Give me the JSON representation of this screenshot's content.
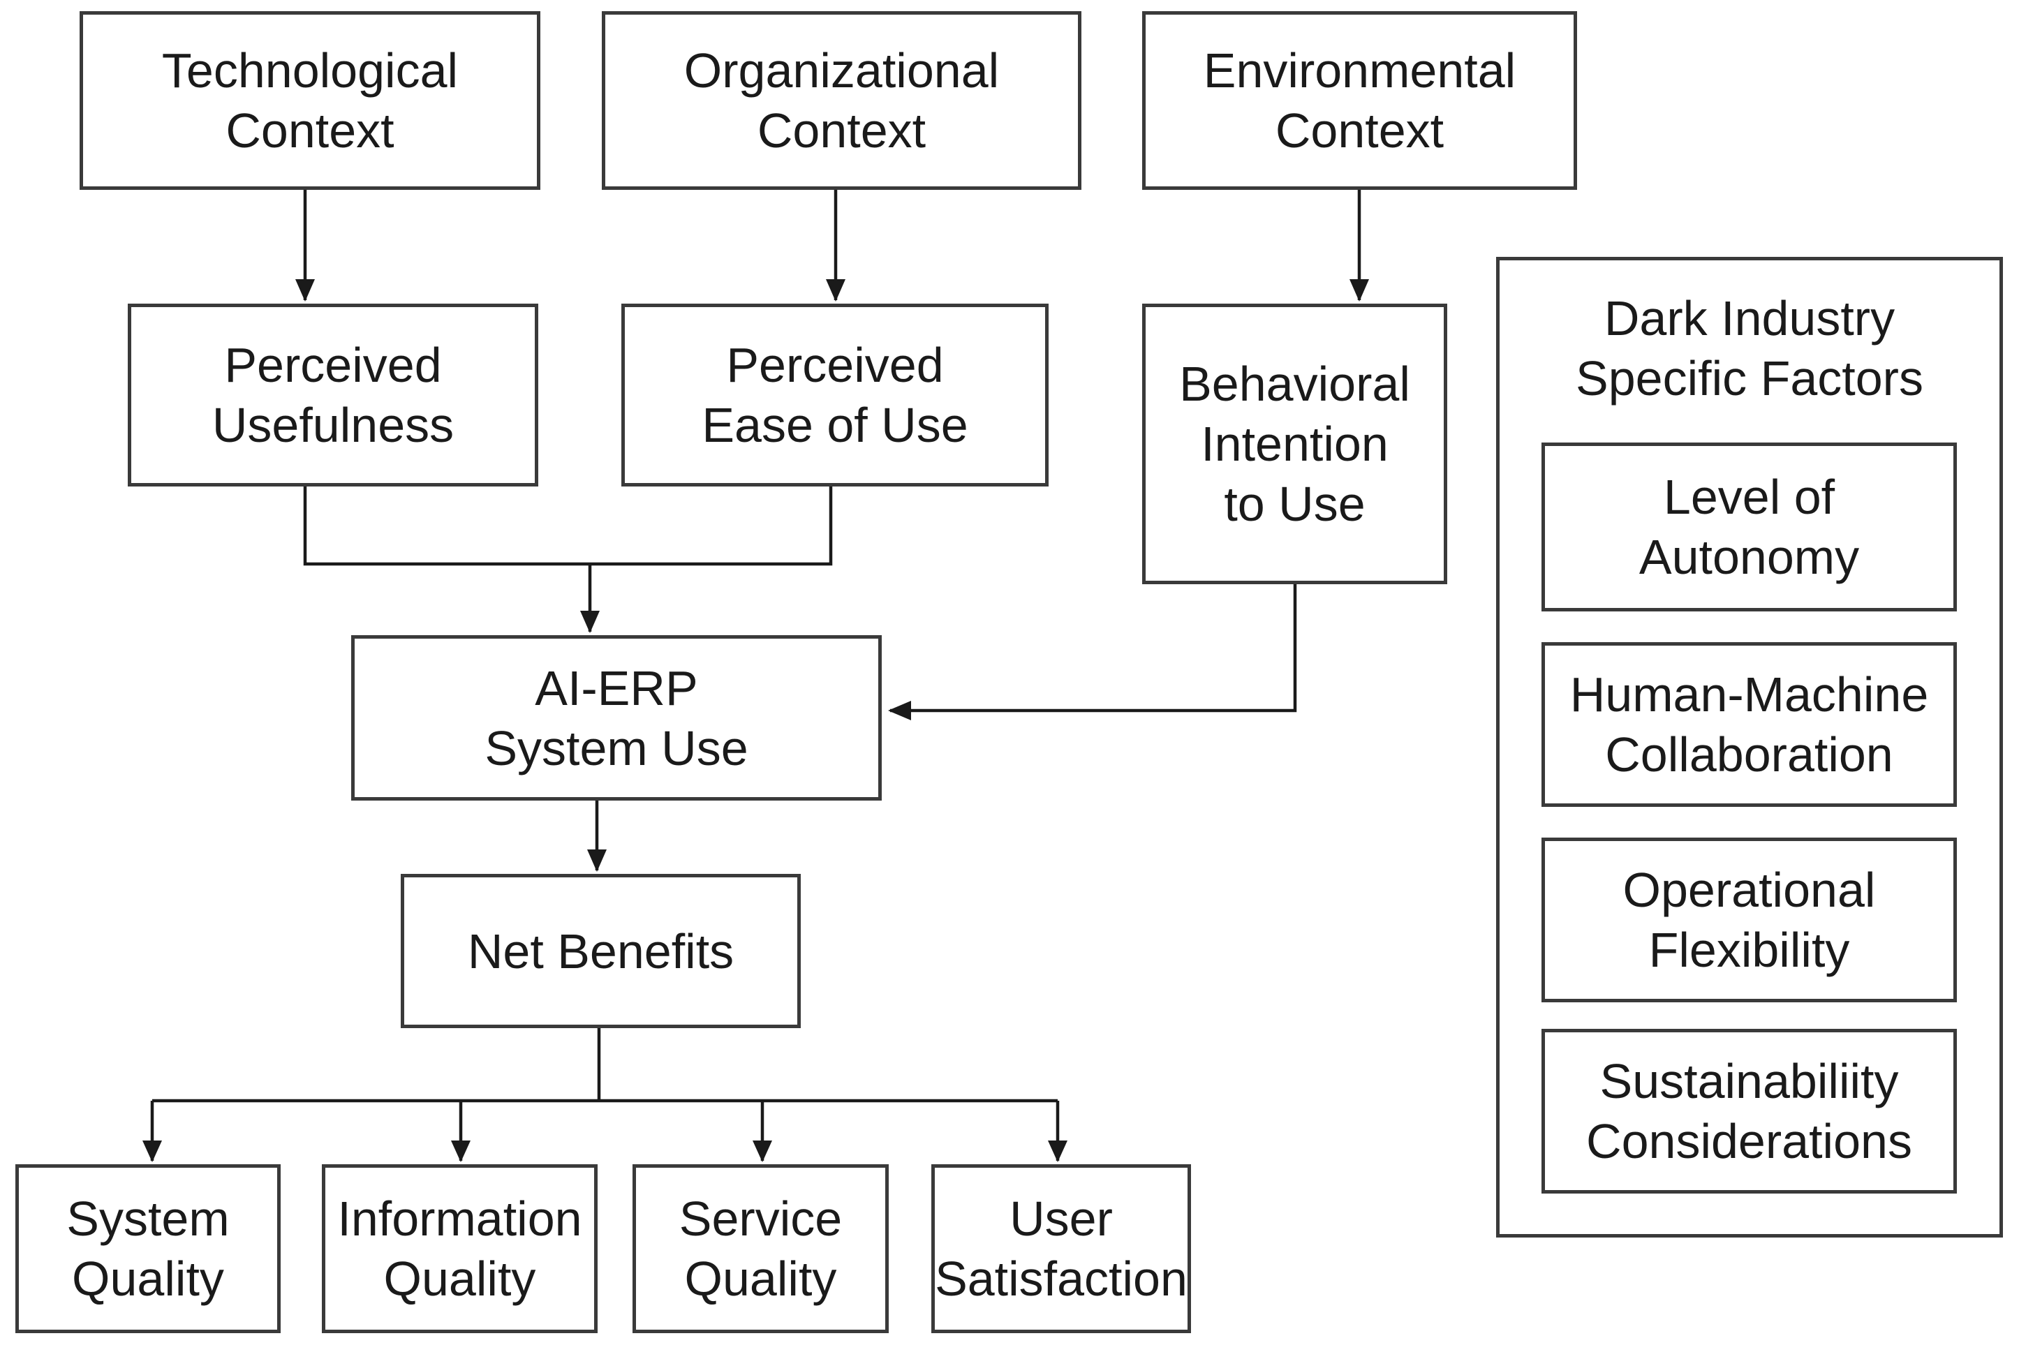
{
  "contexts": {
    "technological": "Technological\nContext",
    "organizational": "Organizational\nContext",
    "environmental": "Environmental\nContext"
  },
  "constructs": {
    "perceived_usefulness": "Perceived\nUsefulness",
    "perceived_ease_of_use": "Perceived\nEase of Use",
    "behavioral_intention": "Behavioral\nIntention\nto Use"
  },
  "system_use": "AI-ERP\nSystem Use",
  "net_benefits": "Net Benefits",
  "outcomes": {
    "system_quality": "System\nQuality",
    "information_quality": "Information\nQuality",
    "service_quality": "Service\nQuality",
    "user_satisfaction": "User\nSatisfaction"
  },
  "dark_industry": {
    "title": "Dark Industry\nSpecific Factors",
    "level_of_autonomy": "Level of\nAutonomy",
    "human_machine_collaboration": "Human-Machine\nCollaboration",
    "operational_flexibility": "Operational\nFlexibility",
    "sustainability": "Sustainabiliity\nConsiderations"
  },
  "colors": {
    "stroke": "#3a3a3a",
    "text": "#1a1a1a",
    "background": "#ffffff"
  }
}
